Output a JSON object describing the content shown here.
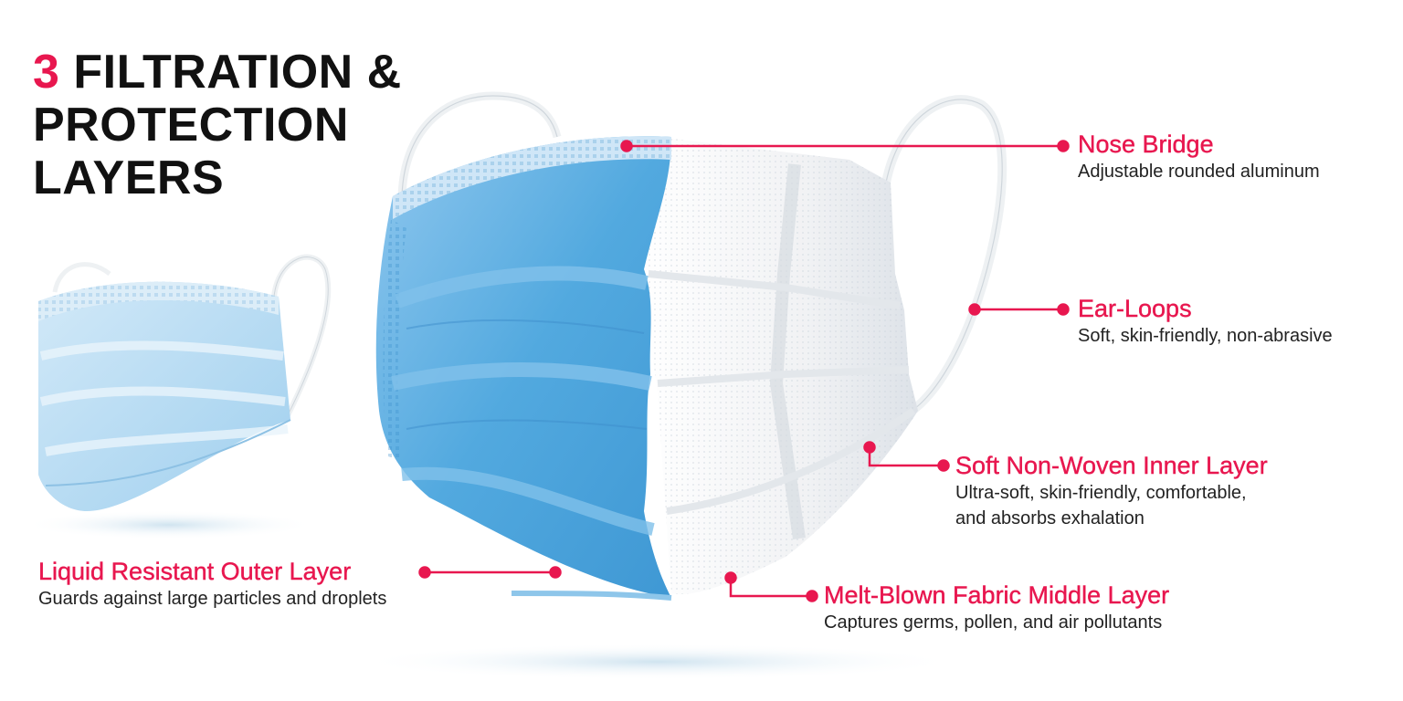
{
  "title": {
    "number": "3",
    "line1_rest": " FILTRATION &",
    "line2": "PROTECTION",
    "line3": "LAYERS"
  },
  "callouts": {
    "nose_bridge": {
      "heading": "Nose Bridge",
      "description": "Adjustable rounded aluminum"
    },
    "ear_loops": {
      "heading": "Ear-Loops",
      "description": "Soft, skin-friendly, non-abrasive"
    },
    "inner_layer": {
      "heading": "Soft Non-Woven Inner Layer",
      "description_line1": "Ultra-soft, skin-friendly, comfortable,",
      "description_line2": "and absorbs exhalation"
    },
    "outer_layer": {
      "heading": "Liquid Resistant Outer Layer",
      "description": "Guards against large particles and droplets"
    },
    "middle_layer": {
      "heading": "Melt-Blown Fabric Middle Layer",
      "description": "Captures germs, pollen, and air pollutants"
    }
  },
  "colors": {
    "accent": "#e8174f",
    "mask_blue": "#5aaee0",
    "mask_blue_light": "#a9d3f0",
    "inner_white": "#f3f4f6"
  }
}
